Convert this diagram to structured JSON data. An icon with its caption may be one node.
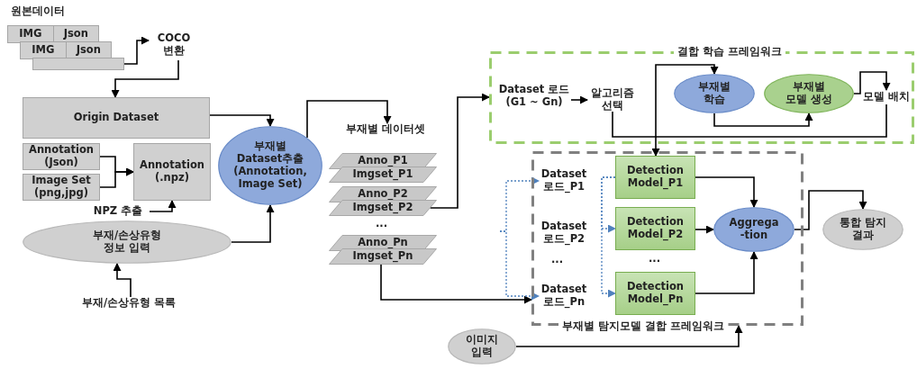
{
  "diagram": {
    "nodes": [
      {
        "text": [
          "IMG",
          "Json"
        ]
      },
      {
        "text": [
          "IMG",
          "Json"
        ]
      },
      {
        "text": [],
        "shape": "box"
      },
      {
        "text": [
          "COCO 변환"
        ]
      },
      {
        "text": [
          "Origin Dataset"
        ]
      },
      {
        "text": [
          "Annotation (Json)"
        ]
      },
      {
        "text": [
          "Image Set (png,jpg)"
        ]
      },
      {
        "text": [
          "Annotation (.npz)"
        ]
      },
      {
        "text": [
          "NPZ 추출"
        ]
      },
      {
        "text": [
          "부재/손상유형 정보 입력"
        ]
      },
      {
        "text": [
          "부재/손상유형 목록"
        ]
      },
      {
        "text": [
          "부재별 Dataset추출 (Annotation, Image Set)"
        ]
      },
      {
        "text": [
          "부재별 데이터셋"
        ]
      },
      {
        "text": [
          "Anno_P1"
        ]
      },
      {
        "text": [
          "Imgset_P1"
        ]
      },
      {
        "text": [
          "Anno_P2"
        ]
      },
      {
        "text": [
          "Imgset_P2"
        ]
      },
      {
        "text": [
          "Anno_Pn"
        ]
      },
      {
        "text": [
          "Imgset_Pn"
        ]
      },
      {
        "text": [
          "결합 학습 프레임워크"
        ]
      },
      {
        "text": [
          "Dataset 로드 (G1 ~ Gn)"
        ],
        "in": 19
      },
      {
        "text": [
          "알고리즘 선택"
        ],
        "in": 19
      },
      {
        "text": [
          "부재별 학습"
        ],
        "in": 19
      },
      {
        "text": [
          "부재별 모델 생성"
        ],
        "in": 19
      },
      {
        "text": [
          "모델 배치"
        ],
        "in": 19
      },
      {
        "text": [
          "부재별 탐지모델 결합 프레임워크"
        ]
      },
      {
        "text": [
          "Dataset 로드_P1"
        ],
        "in": 25
      },
      {
        "text": [
          "Dataset 로드_P2"
        ],
        "in": 25
      },
      {
        "text": [
          "Dataset 로드_Pn"
        ],
        "in": 25
      },
      {
        "text": [
          "Detection Model_P1"
        ],
        "in": 25
      },
      {
        "text": [
          "Detection Model_P2"
        ],
        "in": 25
      },
      {
        "text": [
          "Detection Model_Pn"
        ],
        "in": 25
      },
      {
        "text": [
          "Aggrega -tion"
        ],
        "in": 25
      },
      {
        "text": [
          "통합 탐지 결과"
        ]
      },
      {
        "text": [
          "이미지 입력"
        ]
      }
    ],
    "edges": [
      {
        "from": 2,
        "to": 3,
        "arrow": "to"
      },
      {
        "from": 3,
        "to": 4,
        "arrow": "to"
      },
      {
        "from": 4,
        "to": 11,
        "arrow": "to"
      },
      {
        "from": 5,
        "to": 7,
        "arrow": "to"
      },
      {
        "from": 6,
        "to": 7,
        "arrow": "to"
      },
      {
        "from": 8,
        "to": 7,
        "arrow": "to"
      },
      {
        "from": 10,
        "to": 9,
        "arrow": "to"
      },
      {
        "from": 9,
        "to": 11,
        "arrow": "to"
      },
      {
        "from": 11,
        "to": 12,
        "arrow": "to"
      },
      {
        "from": 16,
        "to": 19,
        "arrow": "to"
      },
      {
        "from": 18,
        "to": 25,
        "arrow": "to"
      },
      {
        "from": 20,
        "to": 21,
        "arrow": "to"
      },
      {
        "from": 21,
        "to": 22,
        "arrow": "to"
      },
      {
        "from": 22,
        "to": 23,
        "arrow": "to"
      },
      {
        "from": 23,
        "to": 24,
        "arrow": "to"
      },
      {
        "from": 24,
        "to": 29,
        "arrow": "to"
      },
      {
        "from": null,
        "to": 26,
        "arrow": "to",
        "style": "dashed",
        "color": "#4f81bd"
      },
      {
        "from": null,
        "to": 28,
        "arrow": "to",
        "style": "dashed",
        "color": "#4f81bd"
      },
      {
        "from": 29,
        "to": 30,
        "arrow": "to",
        "style": "dashed",
        "color": "#4f81bd"
      },
      {
        "from": 29,
        "to": 31,
        "arrow": "to",
        "style": "dashed",
        "color": "#4f81bd"
      },
      {
        "from": 29,
        "to": 32,
        "arrow": "to"
      },
      {
        "from": 30,
        "to": 32,
        "arrow": "to"
      },
      {
        "from": 31,
        "to": 32,
        "arrow": "to"
      },
      {
        "from": 32,
        "to": 33,
        "arrow": "to"
      },
      {
        "from": 34,
        "to": 25,
        "arrow": "to"
      }
    ],
    "labels": [
      "원본데이터",
      "...",
      "...",
      "..."
    ]
  }
}
